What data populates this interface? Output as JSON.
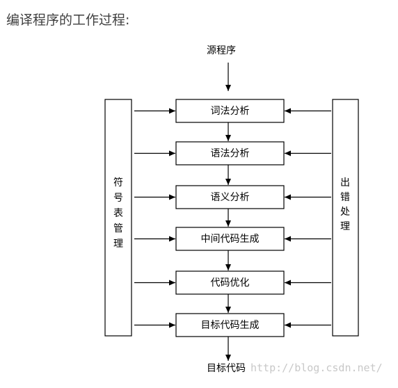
{
  "heading": "编译程序的工作过程:",
  "diagram": {
    "source": "源程序",
    "stages": [
      "词法分析",
      "语法分析",
      "语义分析",
      "中间代码生成",
      "代码优化",
      "目标代码生成"
    ],
    "target": "目标代码",
    "left_panel": [
      "符",
      "号",
      "表",
      "管",
      "理"
    ],
    "right_panel": [
      "出",
      "错",
      "处",
      "理"
    ]
  },
  "watermark": "http://blog.csdn.net/"
}
